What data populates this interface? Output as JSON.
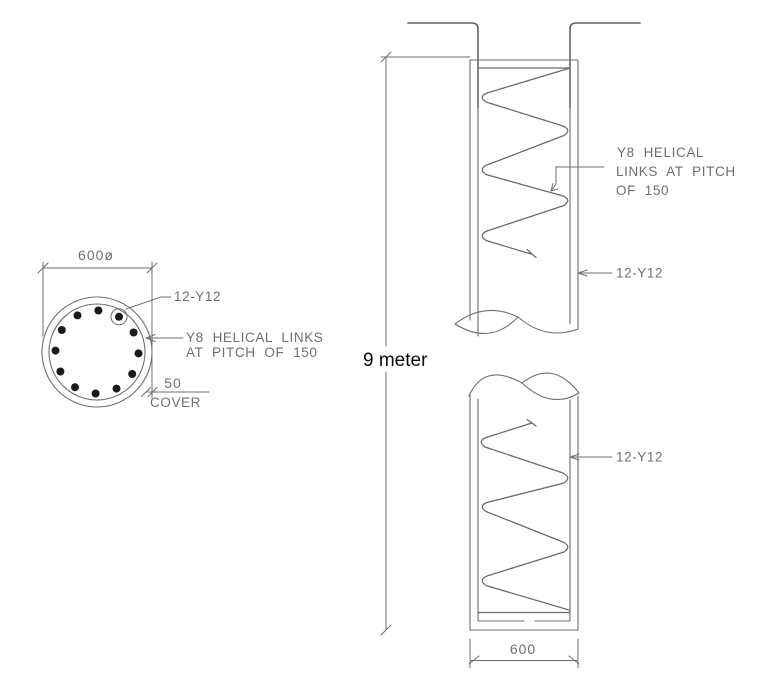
{
  "colors": {
    "linework": "#6f6f6f",
    "concrete_fill": "#d9d9d9",
    "rebar_dot": "#1a1a1a",
    "annotation": "#0a0a0a"
  },
  "cross_section": {
    "diameter_dim": "600ø",
    "main_bars_label": "12-Y12",
    "main_bar_count": 12,
    "helical_label_line1": "Y8 HELICAL LINKS",
    "helical_label_line2": "AT PITCH OF 150",
    "cover_dim": "50",
    "cover_label": "COVER"
  },
  "elevation": {
    "overall_length_label": "9 meter",
    "helical_label_line1": "Y8 HELICAL",
    "helical_label_line2": "LINKS AT PITCH",
    "helical_label_line3": "OF 150",
    "main_bars_label_upper": "12-Y12",
    "main_bars_label_lower": "12-Y12",
    "width_dim": "600"
  }
}
